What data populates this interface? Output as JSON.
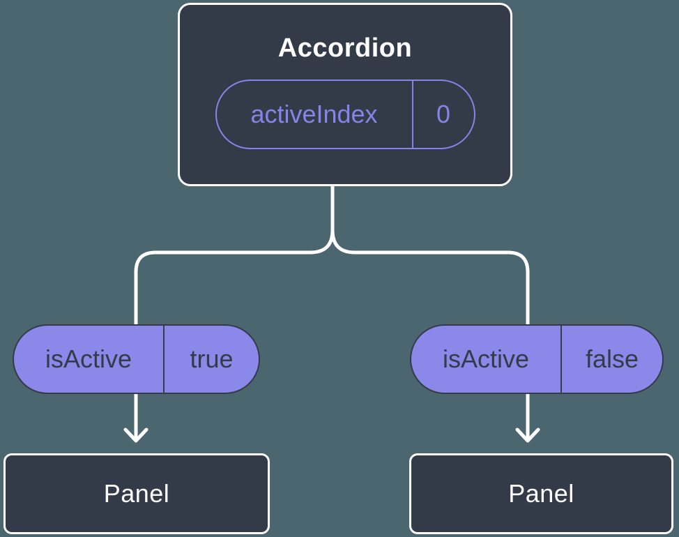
{
  "diagram": {
    "type": "component-tree",
    "root": {
      "title": "Accordion",
      "state_pill": {
        "label": "activeIndex",
        "value": "0"
      }
    },
    "edges": [
      {
        "prop_pill": {
          "label": "isActive",
          "value": "true"
        },
        "child": {
          "title": "Panel"
        }
      },
      {
        "prop_pill": {
          "label": "isActive",
          "value": "false"
        },
        "child": {
          "title": "Panel"
        }
      }
    ]
  },
  "palette": {
    "background": "#4c6670",
    "node_fill": "#343b48",
    "node_border": "#ffffff",
    "node_text": "#ffffff",
    "pill_fill": "#8a89ea",
    "pill_outline": "#8584e8",
    "pill_dark_text": "#343b48",
    "connector": "#ffffff"
  }
}
